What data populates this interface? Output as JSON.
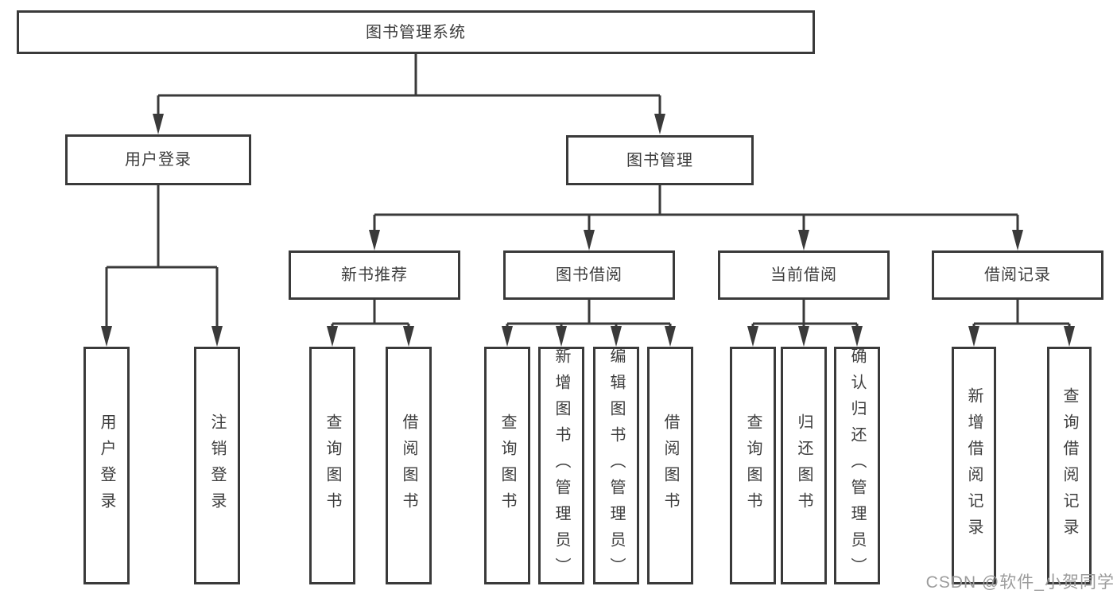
{
  "diagram": {
    "title": "图书管理系统",
    "branches": [
      {
        "label": "用户登录",
        "children": [
          {
            "label": "用户登录"
          },
          {
            "label": "注销登录"
          }
        ]
      },
      {
        "label": "图书管理",
        "children": [
          {
            "label": "新书推荐",
            "children": [
              {
                "label": "查询图书"
              },
              {
                "label": "借阅图书"
              }
            ]
          },
          {
            "label": "图书借阅",
            "children": [
              {
                "label": "查询图书"
              },
              {
                "label": "新增图书（管理员）"
              },
              {
                "label": "编辑图书（管理员）"
              },
              {
                "label": "借阅图书"
              }
            ]
          },
          {
            "label": "当前借阅",
            "children": [
              {
                "label": "查询图书"
              },
              {
                "label": "归还图书"
              },
              {
                "label": "确认归还（管理员）"
              }
            ]
          },
          {
            "label": "借阅记录",
            "children": [
              {
                "label": "新增借阅记录"
              },
              {
                "label": "查询借阅记录"
              }
            ]
          }
        ]
      }
    ]
  },
  "watermark": "CSDN @软件_小贺同学",
  "colors": {
    "line": "#3a3a3a",
    "text": "#3d3d3d",
    "box_background": "#ffffff",
    "watermark": "#9c9c9c"
  }
}
